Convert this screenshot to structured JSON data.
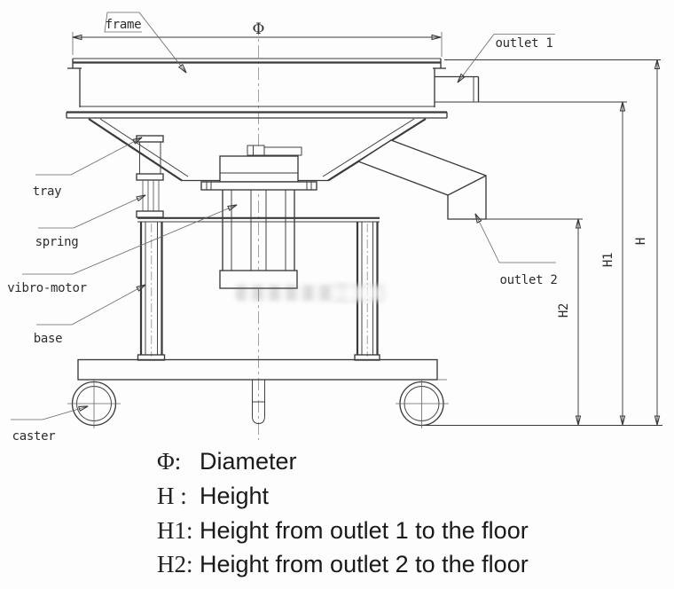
{
  "colors": {
    "line": "#3a3a3a",
    "background": "#fdfdfd",
    "text": "#222222"
  },
  "diagram": {
    "labels": {
      "frame": "frame",
      "outlet1": "outlet 1",
      "tray": "tray",
      "spring": "spring",
      "vibro_motor": "vibro-motor",
      "base": "base",
      "caster": "caster",
      "outlet2": "outlet 2"
    },
    "dims": {
      "diameter": "Φ",
      "h": "H",
      "h1": "H1",
      "h2": "H2"
    }
  },
  "legend": {
    "items": [
      {
        "symbol": "Φ:",
        "description": "Diameter"
      },
      {
        "symbol": "H :",
        "description": "Height"
      },
      {
        "symbol": "H1:",
        "description": "Height from outlet 1 to the floor"
      },
      {
        "symbol": "H2:",
        "description": "Height from outlet 2 to the floor"
      }
    ]
  }
}
